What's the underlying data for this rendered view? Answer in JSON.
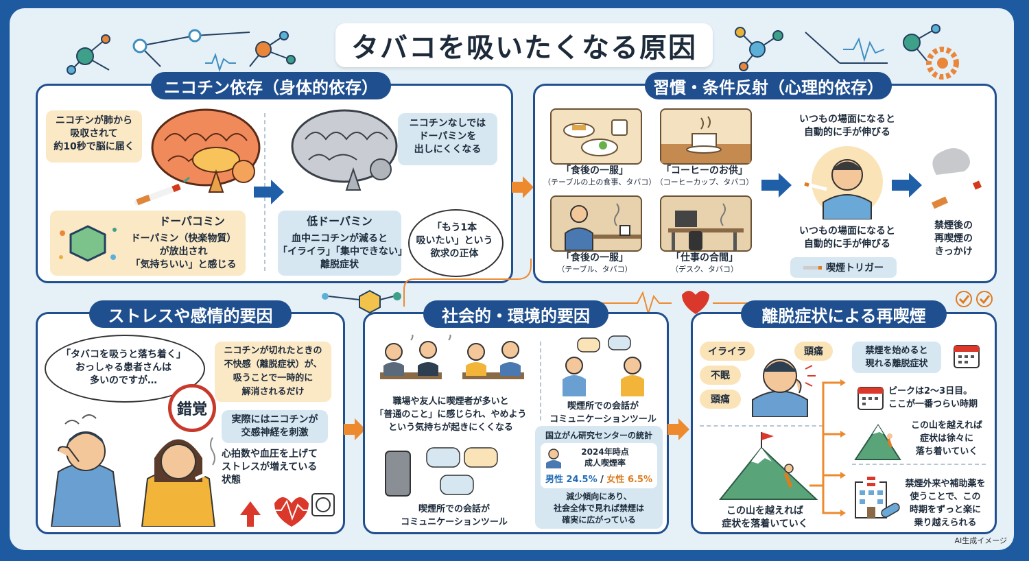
{
  "title": "タバコを吸いたくなる原因",
  "credit": "AI生成イメージ",
  "nicotine": {
    "heading": "ニコチン依存（身体的依存）",
    "absorb_lines": [
      "ニコチンが肺から",
      "吸収されて",
      "約10秒で脳に届く"
    ],
    "dopamine_title": "ドーパコミン",
    "dopamine_lines": [
      "ドーパミン（快楽物質）",
      "が放出され",
      "「気持ちいい」と感じる"
    ],
    "no_nicotine_lines": [
      "ニコチンなしでは",
      "ドーパミンを",
      "出しにくくなる"
    ],
    "low_title": "低ドーパミン",
    "low_lines": [
      "血中ニコチンが減ると",
      "「イライラ」「集中できない」",
      "離脱症状"
    ],
    "craving_lines": [
      "「もう1本",
      "吸いたい」という",
      "欲求の正体"
    ]
  },
  "habit": {
    "heading": "習慣・条件反射（心理的依存）",
    "scenes": [
      {
        "title": "「食後の一服」",
        "sub": "（テーブルの上の食事、タバコ）"
      },
      {
        "title": "「コーヒーのお供」",
        "sub": "（コーヒーカップ、タバコ）"
      },
      {
        "title": "「食後の一服」",
        "sub": "（テーブル、タバコ）"
      },
      {
        "title": "「仕事の合間」",
        "sub": "（デスク、タバコ）"
      }
    ],
    "reach_top": [
      "いつもの場面になると",
      "自動的に手が伸びる"
    ],
    "reach_bottom": [
      "いつもの場面になると",
      "自動的に手が伸びる"
    ],
    "trigger": "喫煙トリガー",
    "relapse_lines": [
      "禁煙後の",
      "再喫煙の",
      "きっかけ"
    ]
  },
  "stress": {
    "heading": "ストレスや感情的要因",
    "quote_lines": [
      "「タバコを吸うと落ち着く」",
      "おっしゃる患者さんは",
      "多いのですが…"
    ],
    "illusion": "錯覚",
    "relief_lines": [
      "ニコチンが切れたときの",
      "不快感（離脱症状）が、",
      "吸うことで一時的に",
      "解消されるだけ"
    ],
    "nerve_lines": [
      "実際にはニコチンが",
      "交感神経を刺激"
    ],
    "heart_lines": [
      "心拍数や血圧を上げて",
      "ストレスが増えている",
      "状態"
    ]
  },
  "social": {
    "heading": "社会的・環境的要因",
    "workplace_lines": [
      "職場や友人に喫煙者が多いと",
      "「普通のこと」に感じられ、やめよう",
      "という気持ちが起きにくくなる"
    ],
    "talk_right": [
      "喫煙所での会話が",
      "コミュニケーションツール"
    ],
    "talk_left": [
      "喫煙所での会話が",
      "コミュニケーションツール"
    ],
    "stats_title": "国立がん研究センターの統計",
    "stats_year": [
      "2024年時点",
      "成人喫煙率"
    ],
    "male": "男性 24.5%",
    "slash": "/",
    "female": "女性 6.5%",
    "trend_lines": [
      "減少傾向にあり、",
      "社会全体で見れば禁煙は",
      "確実に広がっている"
    ]
  },
  "withdrawal": {
    "heading": "離脱症状による再喫煙",
    "symptoms": [
      "イライラ",
      "頭痛",
      "不眠",
      "頭痛"
    ],
    "mountain_lines": [
      "この山を越えれば",
      "症状を落着いていく"
    ],
    "steps": [
      [
        "禁煙を始めると",
        "現れる離脱症状"
      ],
      [
        "ピークは2〜3日目。",
        "ここが一番つらい時期"
      ],
      [
        "この山を越えれば",
        "症状は徐々に",
        "落ち着いていく"
      ],
      [
        "禁煙外来や補助薬を",
        "使うことで、この",
        "時期をずっと楽に",
        "乗り越えられる"
      ]
    ]
  }
}
